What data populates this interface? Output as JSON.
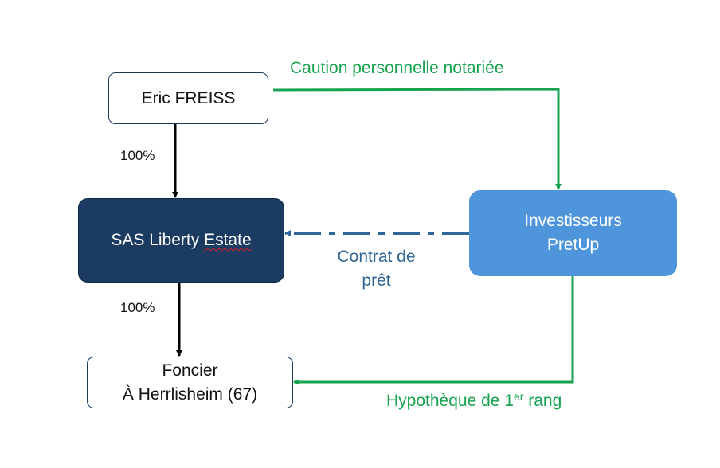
{
  "entities": {
    "eric": {
      "label": "Eric FREISS"
    },
    "sas": {
      "label_main": "SAS Liberty ",
      "label_flagged": "Estate"
    },
    "investisseurs": {
      "line1": "Investisseurs",
      "line2": "PretUp"
    },
    "foncier": {
      "line1": "Foncier",
      "line2": "À Herrlisheim (67)"
    }
  },
  "relations": {
    "ownership_eric_sas": "100%",
    "ownership_sas_foncier": "100%",
    "caution": "Caution personnelle notariée",
    "contrat_line1": "Contrat de",
    "contrat_line2": "prêt",
    "hypotheque_main": "Hypothèque de 1",
    "hypotheque_sup": "er",
    "hypotheque_end": " rang"
  },
  "colors": {
    "navy_box": "#1b3b62",
    "blue_box": "#4f95dc",
    "green_flow": "#16a34f",
    "loan_flow": "#2f6799",
    "ownership_arrow": "#000000"
  }
}
